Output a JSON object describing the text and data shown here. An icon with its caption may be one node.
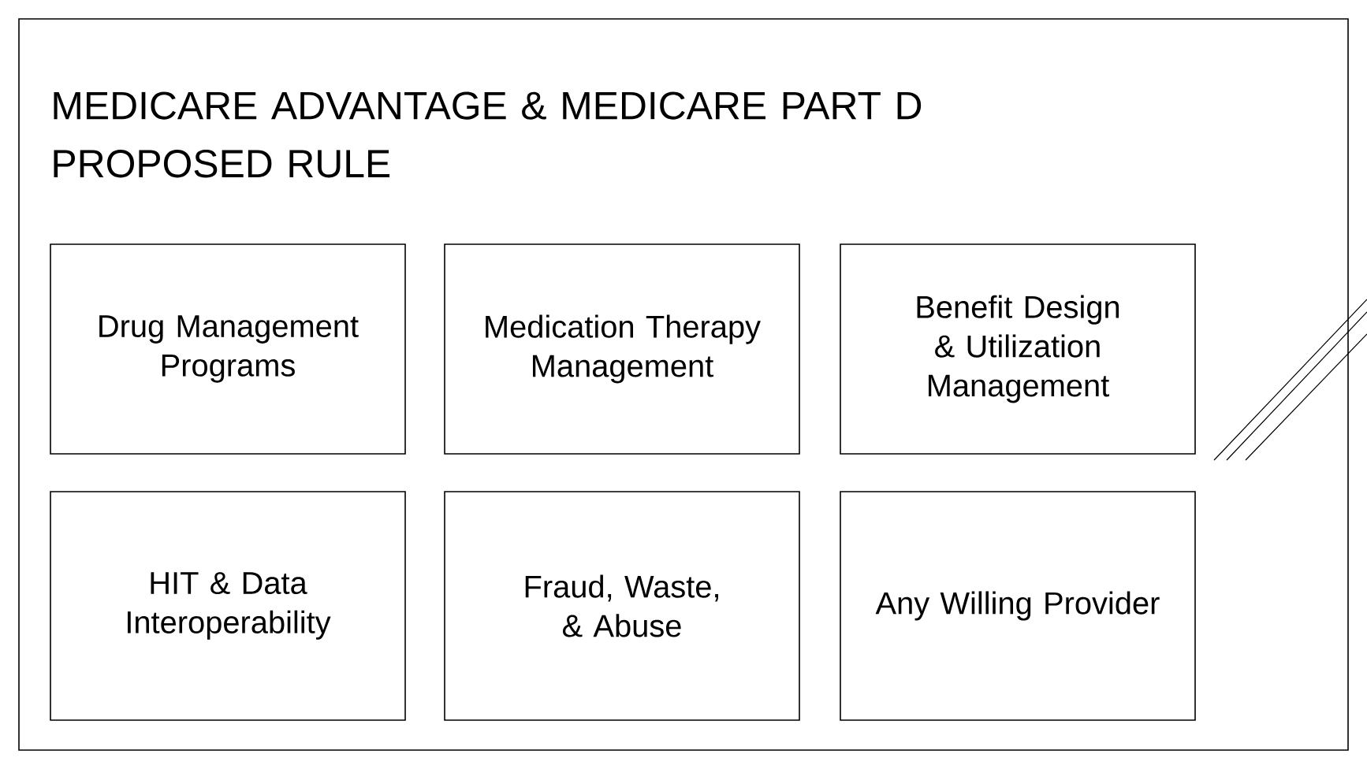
{
  "diagram": {
    "title": "MEDICARE ADVANTAGE & MEDICARE PART D PROPOSED RULE",
    "nodes": [
      {
        "text": [
          "Drug Management Programs"
        ]
      },
      {
        "text": [
          "Medication Therapy Management"
        ]
      },
      {
        "text": [
          "Benefit Design & Utilization Management"
        ]
      },
      {
        "text": [
          "HIT & Data Interoperability"
        ]
      },
      {
        "text": [
          "Fraud, Waste, & Abuse"
        ]
      },
      {
        "text": [
          "Any Willing Provider"
        ]
      }
    ]
  }
}
